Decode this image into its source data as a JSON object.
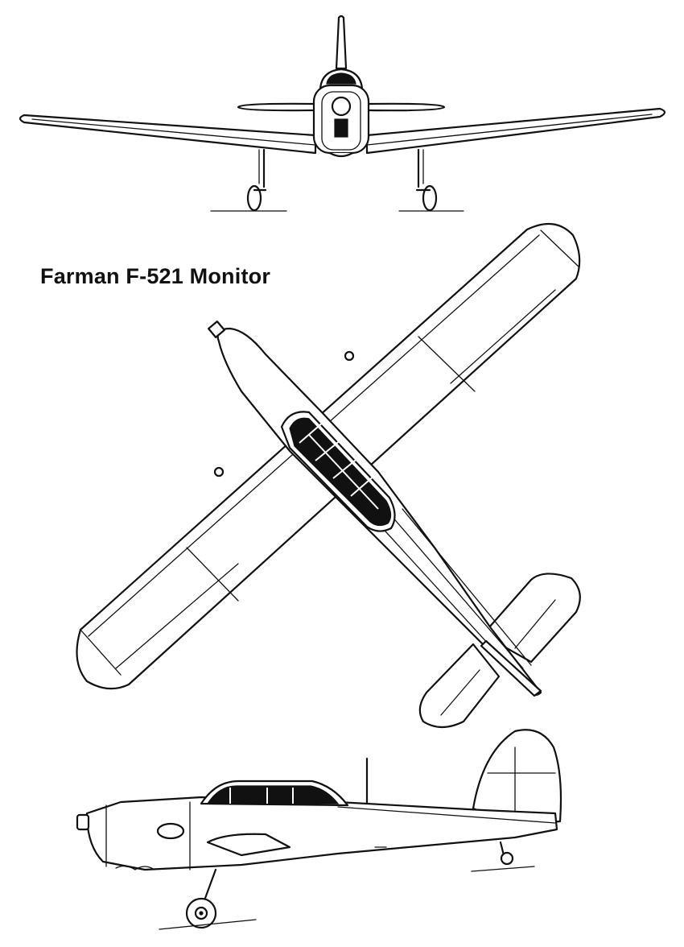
{
  "title": "Farman F-521 Monitor",
  "views": [
    "front-view",
    "top-view",
    "side-view"
  ],
  "colors": {
    "line": "#111111",
    "background": "#ffffff"
  }
}
